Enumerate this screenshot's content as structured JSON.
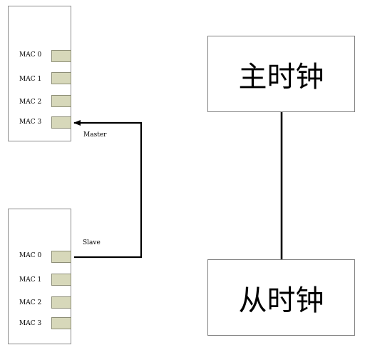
{
  "master_device": {
    "ports": [
      "MAC 0",
      "MAC 1",
      "MAC 2",
      "MAC 3"
    ]
  },
  "slave_device": {
    "ports": [
      "MAC 0",
      "MAC 1",
      "MAC 2",
      "MAC 3"
    ]
  },
  "link": {
    "master_label": "Master",
    "slave_label": "Slave"
  },
  "clocks": {
    "master": "主时钟",
    "slave": "从时钟"
  },
  "colors": {
    "port_fill": "#d7d8ba",
    "port_border": "#8d8e77",
    "box_border": "#8c8c8c",
    "line": "#000000"
  }
}
